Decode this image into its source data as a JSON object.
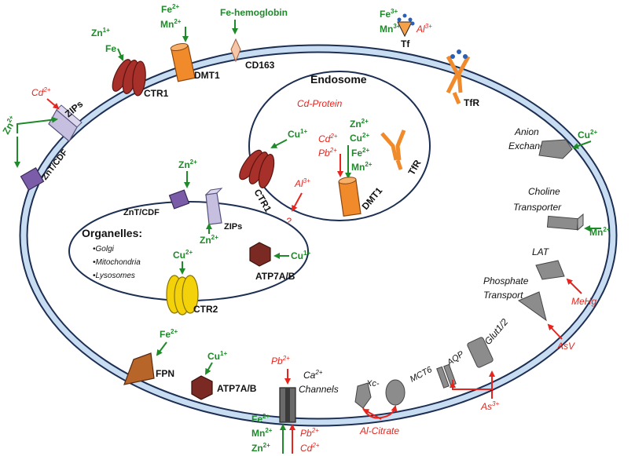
{
  "colors": {
    "membrane": "#c8ddf2",
    "membrane_edge": "#1c2f52",
    "metal_essential": "#1f8a2a",
    "metal_toxic": "#e8241e",
    "ctr": "#a8302a",
    "dmt1": "#f08a2a",
    "zip": "#c7bfe0",
    "znt": "#7a5ca8",
    "hex": "#7a2a22",
    "ctr2": "#f4d20a",
    "fpn": "#b8652a",
    "grey": "#8c8c8c"
  },
  "labels": {
    "endosome": "Endosome",
    "cd_protein": "Cd-Protein",
    "organelles": "Organelles:",
    "org_items": [
      "•Golgi",
      "•Mitochondria",
      "•Lysosomes"
    ],
    "ctr1": "CTR1",
    "ctr2": "CTR2",
    "dmt1": "DMT1",
    "cd163": "CD163",
    "tfr": "TfR",
    "tf": "Tf",
    "zips": "ZIPs",
    "znt_cdf": "ZnT/CDF",
    "anion_line1": "Anion",
    "anion_line2": "Exchange",
    "choline_line1": "Choline",
    "choline_line2": "Transporter",
    "lat": "LAT",
    "phosphate_line1": "Phosphate",
    "phosphate_line2": "Transport",
    "glut": "Glut1/2",
    "aqp": "AQP",
    "mct6": "MCT6",
    "xc": "Xc-",
    "ca_line1": "Ca",
    "ca_sup": "2+",
    "ca_line2": "Channels",
    "atp7ab": "ATP7A/B",
    "fpn": "FPN",
    "fe_hemoglobin": "Fe-hemoglobin",
    "al_citrate": "Al-Citrate",
    "mehg": "MeHg",
    "asv": "AsV",
    "question": "?"
  },
  "ions": {
    "zn1": {
      "base": "Zn",
      "sup": "1+"
    },
    "fe": {
      "base": "Fe",
      "sup": ""
    },
    "fe2": {
      "base": "Fe",
      "sup": "2+"
    },
    "fe3": {
      "base": "Fe",
      "sup": "3+"
    },
    "mn2": {
      "base": "Mn",
      "sup": "2+"
    },
    "mn3": {
      "base": "Mn",
      "sup": "3+"
    },
    "al3": {
      "base": "Al",
      "sup": "3+"
    },
    "cd2": {
      "base": "Cd",
      "sup": "2+"
    },
    "zn2": {
      "base": "Zn",
      "sup": "2+"
    },
    "cu1": {
      "base": "Cu",
      "sup": "1+"
    },
    "cu2": {
      "base": "Cu",
      "sup": "2+"
    },
    "pb2": {
      "base": "Pb",
      "sup": "2+"
    },
    "as3": {
      "base": "As",
      "sup": "3+"
    }
  }
}
